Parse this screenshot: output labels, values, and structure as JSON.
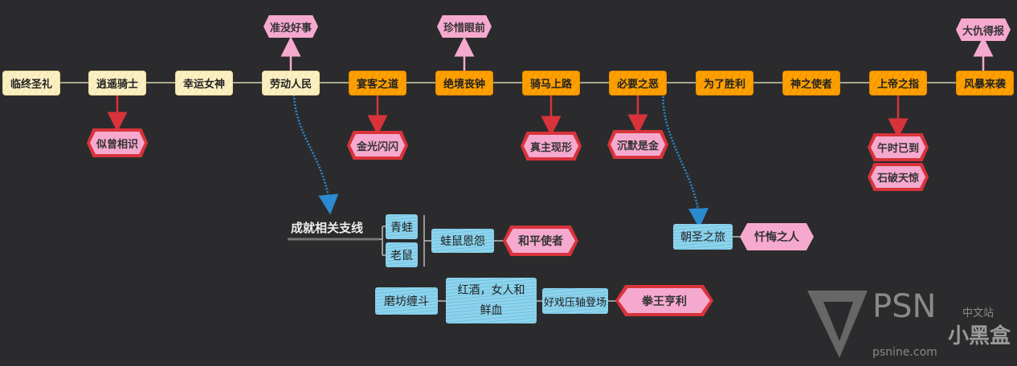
{
  "timeline": [
    {
      "label": "临终圣礼",
      "style": "cream"
    },
    {
      "label": "逍遥骑士",
      "style": "cream"
    },
    {
      "label": "幸运女神",
      "style": "cream"
    },
    {
      "label": "劳动人民",
      "style": "cream"
    },
    {
      "label": "宴客之道",
      "style": "orange"
    },
    {
      "label": "绝境丧钟",
      "style": "orange"
    },
    {
      "label": "骑马上路",
      "style": "orange"
    },
    {
      "label": "必要之恶",
      "style": "orange"
    },
    {
      "label": "为了胜利",
      "style": "orange"
    },
    {
      "label": "神之使者",
      "style": "orange"
    },
    {
      "label": "上帝之指",
      "style": "orange"
    },
    {
      "label": "风暴来袭",
      "style": "orange"
    }
  ],
  "above": {
    "laodong": "准没好事",
    "juejing": "珍惜眼前",
    "fengbao": "大仇得报"
  },
  "below": {
    "xiaoyao": "似曾相识",
    "yanke": "金光闪闪",
    "qima": "真主现形",
    "biyao": "沉默是金",
    "shangdi_1": "午时已到",
    "shangdi_2": "石破天惊"
  },
  "branch": {
    "title": "成就相关支线",
    "frog": "青蛙",
    "rat": "老鼠",
    "feud": "蛙鼠恩怨",
    "peace": "和平使者",
    "mill": "磨坊缠斗",
    "wine": "红酒，女人和鲜血",
    "show": "好戏压轴登场",
    "boxer": "拳王亨利"
  },
  "pilgrim": {
    "journey": "朝圣之旅",
    "penitent": "忏悔之人"
  },
  "watermark": {
    "psn": "PSN",
    "site": "中文站",
    "url": "psnine.com",
    "brand": "小黑盒"
  },
  "colors": {
    "cream": "#fbf0c4",
    "orange": "#ffa000",
    "pink": "#f6a9cf",
    "red": "#d8333b",
    "blue": "#8fd3ec",
    "bg": "#2b2b2d"
  }
}
